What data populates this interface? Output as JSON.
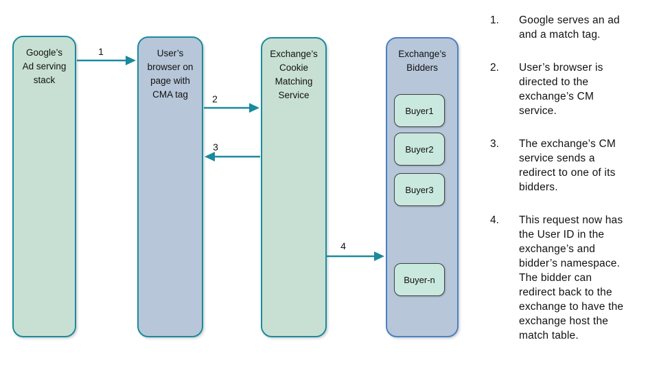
{
  "diagram": {
    "boxes": [
      {
        "id": "google-ad-stack",
        "title": "Google’s\nAd serving\nstack"
      },
      {
        "id": "user-browser",
        "title": "User’s\nbrowser on\npage with\nCMA tag"
      },
      {
        "id": "cookie-matching-service",
        "title": "Exchange’s\nCookie\nMatching\nService"
      },
      {
        "id": "exchange-bidders",
        "title": "Exchange’s\nBidders"
      }
    ],
    "bidders": [
      "Buyer1",
      "Buyer2",
      "Buyer3",
      "Buyer-n"
    ],
    "arrows": [
      {
        "label": "1",
        "from": "google-ad-stack",
        "to": "user-browser"
      },
      {
        "label": "2",
        "from": "user-browser",
        "to": "cookie-matching-service"
      },
      {
        "label": "3",
        "from": "cookie-matching-service",
        "to": "user-browser"
      },
      {
        "label": "4",
        "from": "cookie-matching-service",
        "to": "exchange-bidders"
      }
    ],
    "colors": {
      "node_fill_green": "#c8e0d4",
      "node_fill_blue": "#b7c6d9",
      "node_border_teal": "#1a8a9d",
      "bidders_border_blue": "#4a80c4",
      "bidder_fill": "#c9e8de",
      "bidder_border": "#404040",
      "arrow": "#1a8a9d",
      "text": "#111111",
      "background": "#ffffff"
    }
  },
  "steps": [
    {
      "number": "1.",
      "text": "Google serves an ad\nand a match tag."
    },
    {
      "number": "2.",
      "text": "User’s browser is\ndirected to the\nexchange’s CM\nservice."
    },
    {
      "number": "3.",
      "text": "The exchange’s CM\nservice sends a\nredirect to one of its\nbidders."
    },
    {
      "number": "4.",
      "text": "This request now has\nthe User ID in the\nexchange’s and\nbidder’s namespace.\nThe bidder can\nredirect back to the\nexchange to have the\nexchange host the\nmatch table."
    }
  ]
}
